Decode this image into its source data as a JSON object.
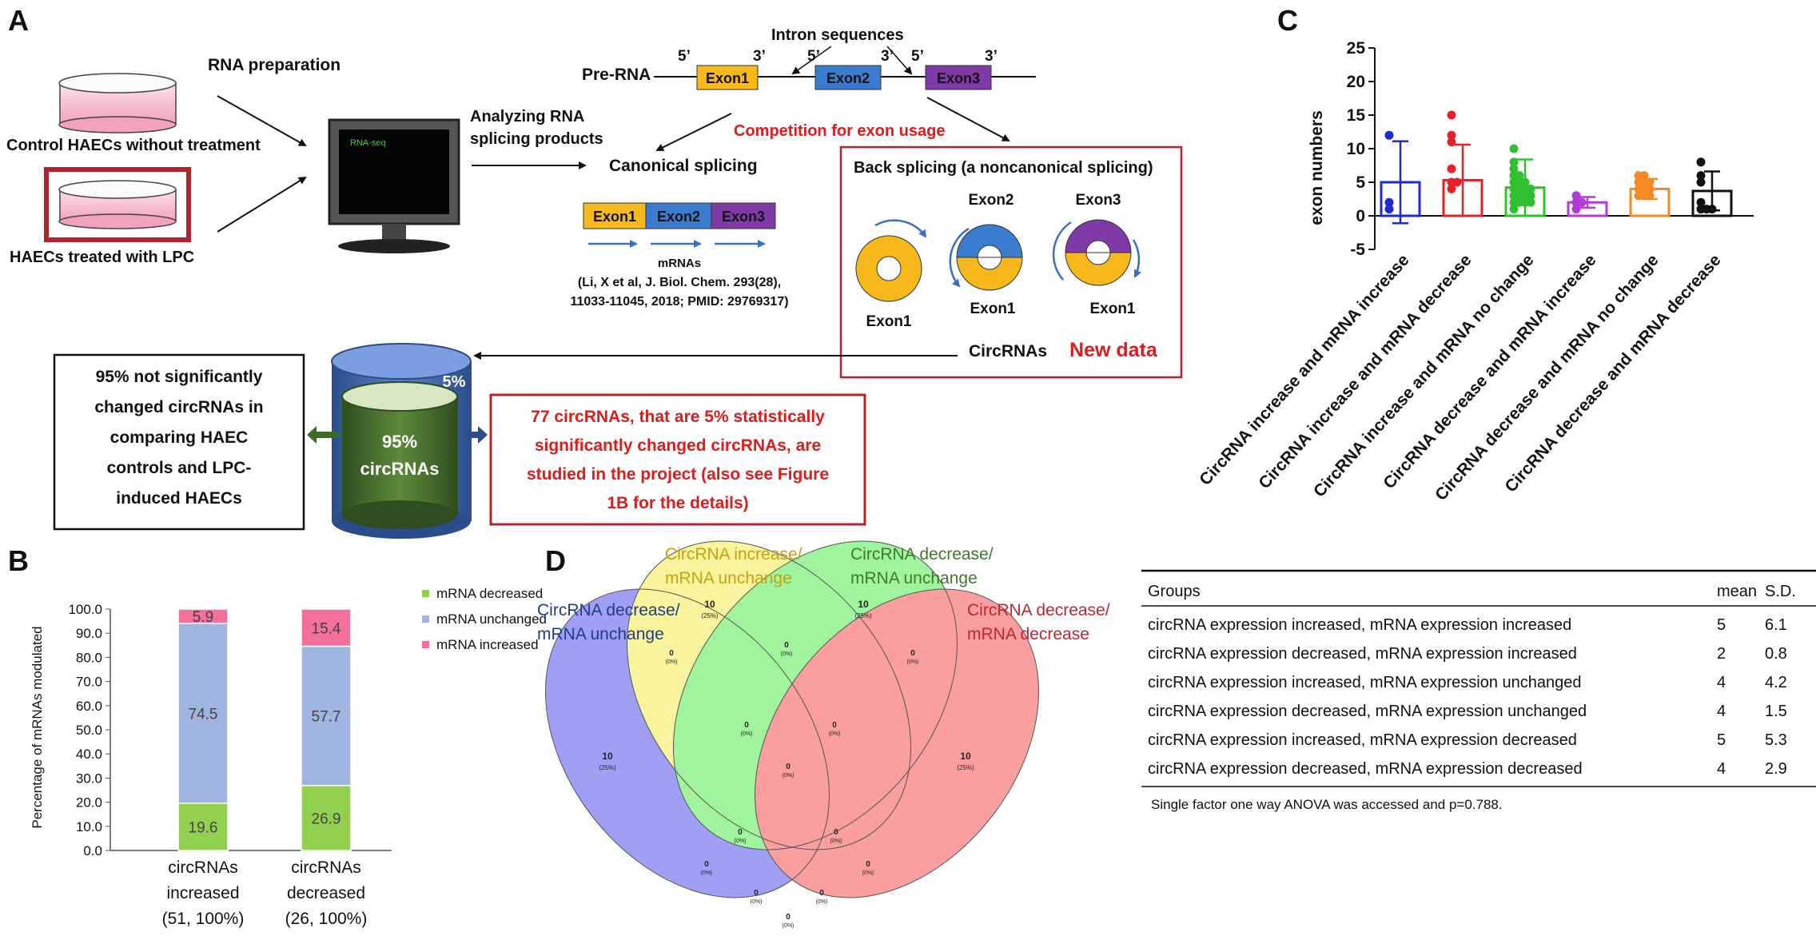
{
  "panelA": {
    "label": "A",
    "rna_prep": "RNA preparation",
    "control_label": "Control HAECs without treatment",
    "treated_label": "HAECs treated with LPC",
    "monitor_text": "RNA-seq",
    "analyzing": [
      "Analyzing RNA",
      "splicing products"
    ],
    "intron": "Intron sequences",
    "pre_rna": "Pre-RNA",
    "prime5": "5’",
    "prime3": "3’",
    "exon1": "Exon1",
    "exon2": "Exon2",
    "exon3": "Exon3",
    "competition": "Competition for exon usage",
    "canonical": "Canonical splicing",
    "mrnas": "mRNAs",
    "citation": [
      "(Li, X et al, J. Biol. Chem. 293(28),",
      "11033-11045, 2018; PMID: 29769317)"
    ],
    "back_splicing": "Back splicing (a noncanonical splicing)",
    "circrnas": "CircRNAs",
    "new_data": "New data",
    "not_sig_box": [
      "95% not significantly",
      "changed circRNAs in",
      "comparing HAEC",
      "controls and LPC-",
      "induced HAECs"
    ],
    "cyl_small": "5%",
    "cyl_big": [
      "95%",
      "circRNAs"
    ],
    "red_box": [
      "77 circRNAs, that are 5% statistically",
      "significantly changed circRNAs, are",
      "studied in the project (also see Figure",
      "1B for the details)"
    ]
  },
  "panelB": {
    "label": "B",
    "ylabel": "Percentage of mRNAs modulated",
    "legend": [
      "mRNA decreased",
      "mRNA unchanged",
      "mRNA increased"
    ],
    "colors": {
      "decreased": "#92d050",
      "unchanged": "#9fb5e0",
      "increased": "#f3709b"
    },
    "ticks": [
      "0.0",
      "10.0",
      "20.0",
      "30.0",
      "40.0",
      "50.0",
      "60.0",
      "70.0",
      "80.0",
      "90.0",
      "100.0"
    ],
    "cat1": [
      "circRNAs",
      "increased",
      "(51, 100%)"
    ],
    "cat2": [
      "circRNAs",
      "decreased",
      "(26, 100%)"
    ],
    "val_labels": [
      "19.6",
      "74.5",
      "5.9",
      "26.9",
      "57.7",
      "15.4"
    ]
  },
  "panelC": {
    "label": "C",
    "ylabel": "exon numbers",
    "ticks": [
      "-5",
      "0",
      "5",
      "10",
      "15",
      "20",
      "25"
    ],
    "groups": [
      "CircRNA increase and mRNA increase",
      "CircRNA increase and mRNA decrease",
      "CircRNA increase and mRNA no change",
      "CircRNA decrease and mRNA increase",
      "CircRNA decrease and mRNA no change",
      "CircRNA decrease and mRNA decrease"
    ],
    "colors": [
      "#1f2bd0",
      "#e8202a",
      "#2fc02f",
      "#b23ad8",
      "#f58a22",
      "#111111"
    ]
  },
  "chart_data": [
    {
      "type": "bar",
      "categories": [
        "circRNAs increased (51, 100%)",
        "circRNAs decreased (26, 100%)"
      ],
      "series": [
        {
          "name": "mRNA decreased",
          "values": [
            19.6,
            26.9
          ]
        },
        {
          "name": "mRNA unchanged",
          "values": [
            74.5,
            57.7
          ]
        },
        {
          "name": "mRNA increased",
          "values": [
            5.9,
            15.4
          ]
        }
      ],
      "ylabel": "Percentage of mRNAs modulated",
      "ylim": [
        0,
        100
      ],
      "stacked": true,
      "legend": "top-right"
    },
    {
      "type": "bar",
      "categories": [
        "CircRNA increase and mRNA increase",
        "CircRNA increase and mRNA decrease",
        "CircRNA increase and mRNA no change",
        "CircRNA decrease and mRNA increase",
        "CircRNA decrease and mRNA no change",
        "CircRNA decrease and mRNA decrease"
      ],
      "values": [
        5,
        5.3,
        4.2,
        2,
        4,
        3.7
      ],
      "errors": [
        6.1,
        5.3,
        4.2,
        0.8,
        1.5,
        2.9
      ],
      "points": [
        [
          12,
          2,
          1
        ],
        [
          15,
          12,
          11,
          7,
          5,
          5,
          4
        ],
        [
          10,
          8,
          7,
          6,
          6,
          5,
          5,
          5,
          4,
          4,
          4,
          4,
          3,
          3,
          3,
          3,
          2,
          2,
          2,
          2,
          1
        ],
        [
          3,
          2,
          2,
          1
        ],
        [
          6,
          6,
          5,
          5,
          5,
          4,
          4,
          4,
          3,
          3,
          3
        ],
        [
          8,
          6,
          5,
          2,
          1,
          1,
          1
        ]
      ],
      "ylabel": "exon numbers",
      "ylim": [
        -5,
        25
      ]
    }
  ],
  "panelD": {
    "label": "D",
    "labels": {
      "increase_unchange": [
        "CircRNA increase/",
        "mRNA unchange"
      ],
      "decrease_unchange_green": [
        "CircRNA decrease/",
        "mRNA unchange"
      ],
      "decrease_unchange_blue": [
        "CircRNA decrease/",
        "mRNA unchange"
      ],
      "decrease_decrease": [
        "CircRNA decrease/",
        "mRNA decrease"
      ]
    },
    "label_colors": [
      "#c9a10a",
      "#3d7a2d",
      "#1f3d8a",
      "#c0262b"
    ],
    "regions": [
      {
        "n": "10",
        "p": "(25%)"
      },
      {
        "n": "10",
        "p": "(25%)"
      },
      {
        "n": "10",
        "p": "(25%)"
      },
      {
        "n": "10",
        "p": "(25%)"
      },
      {
        "n": "0",
        "p": "(0%)"
      }
    ]
  },
  "table": {
    "head": [
      "Groups",
      "mean",
      "S.D."
    ],
    "rows": [
      [
        "circRNA expression increased, mRNA expression increased",
        "5",
        "6.1"
      ],
      [
        "circRNA expression decreased, mRNA expression increased",
        "2",
        "0.8"
      ],
      [
        "circRNA expression increased, mRNA expression unchanged",
        "4",
        "4.2"
      ],
      [
        "circRNA expression decreased, mRNA expression unchanged",
        "4",
        "1.5"
      ],
      [
        "circRNA expression increased, mRNA expression decreased",
        "5",
        "5.3"
      ],
      [
        "circRNA expression decreased, mRNA expression decreased",
        "4",
        "2.9"
      ]
    ],
    "note": "Single factor one way ANOVA was accessed and p=0.788."
  }
}
